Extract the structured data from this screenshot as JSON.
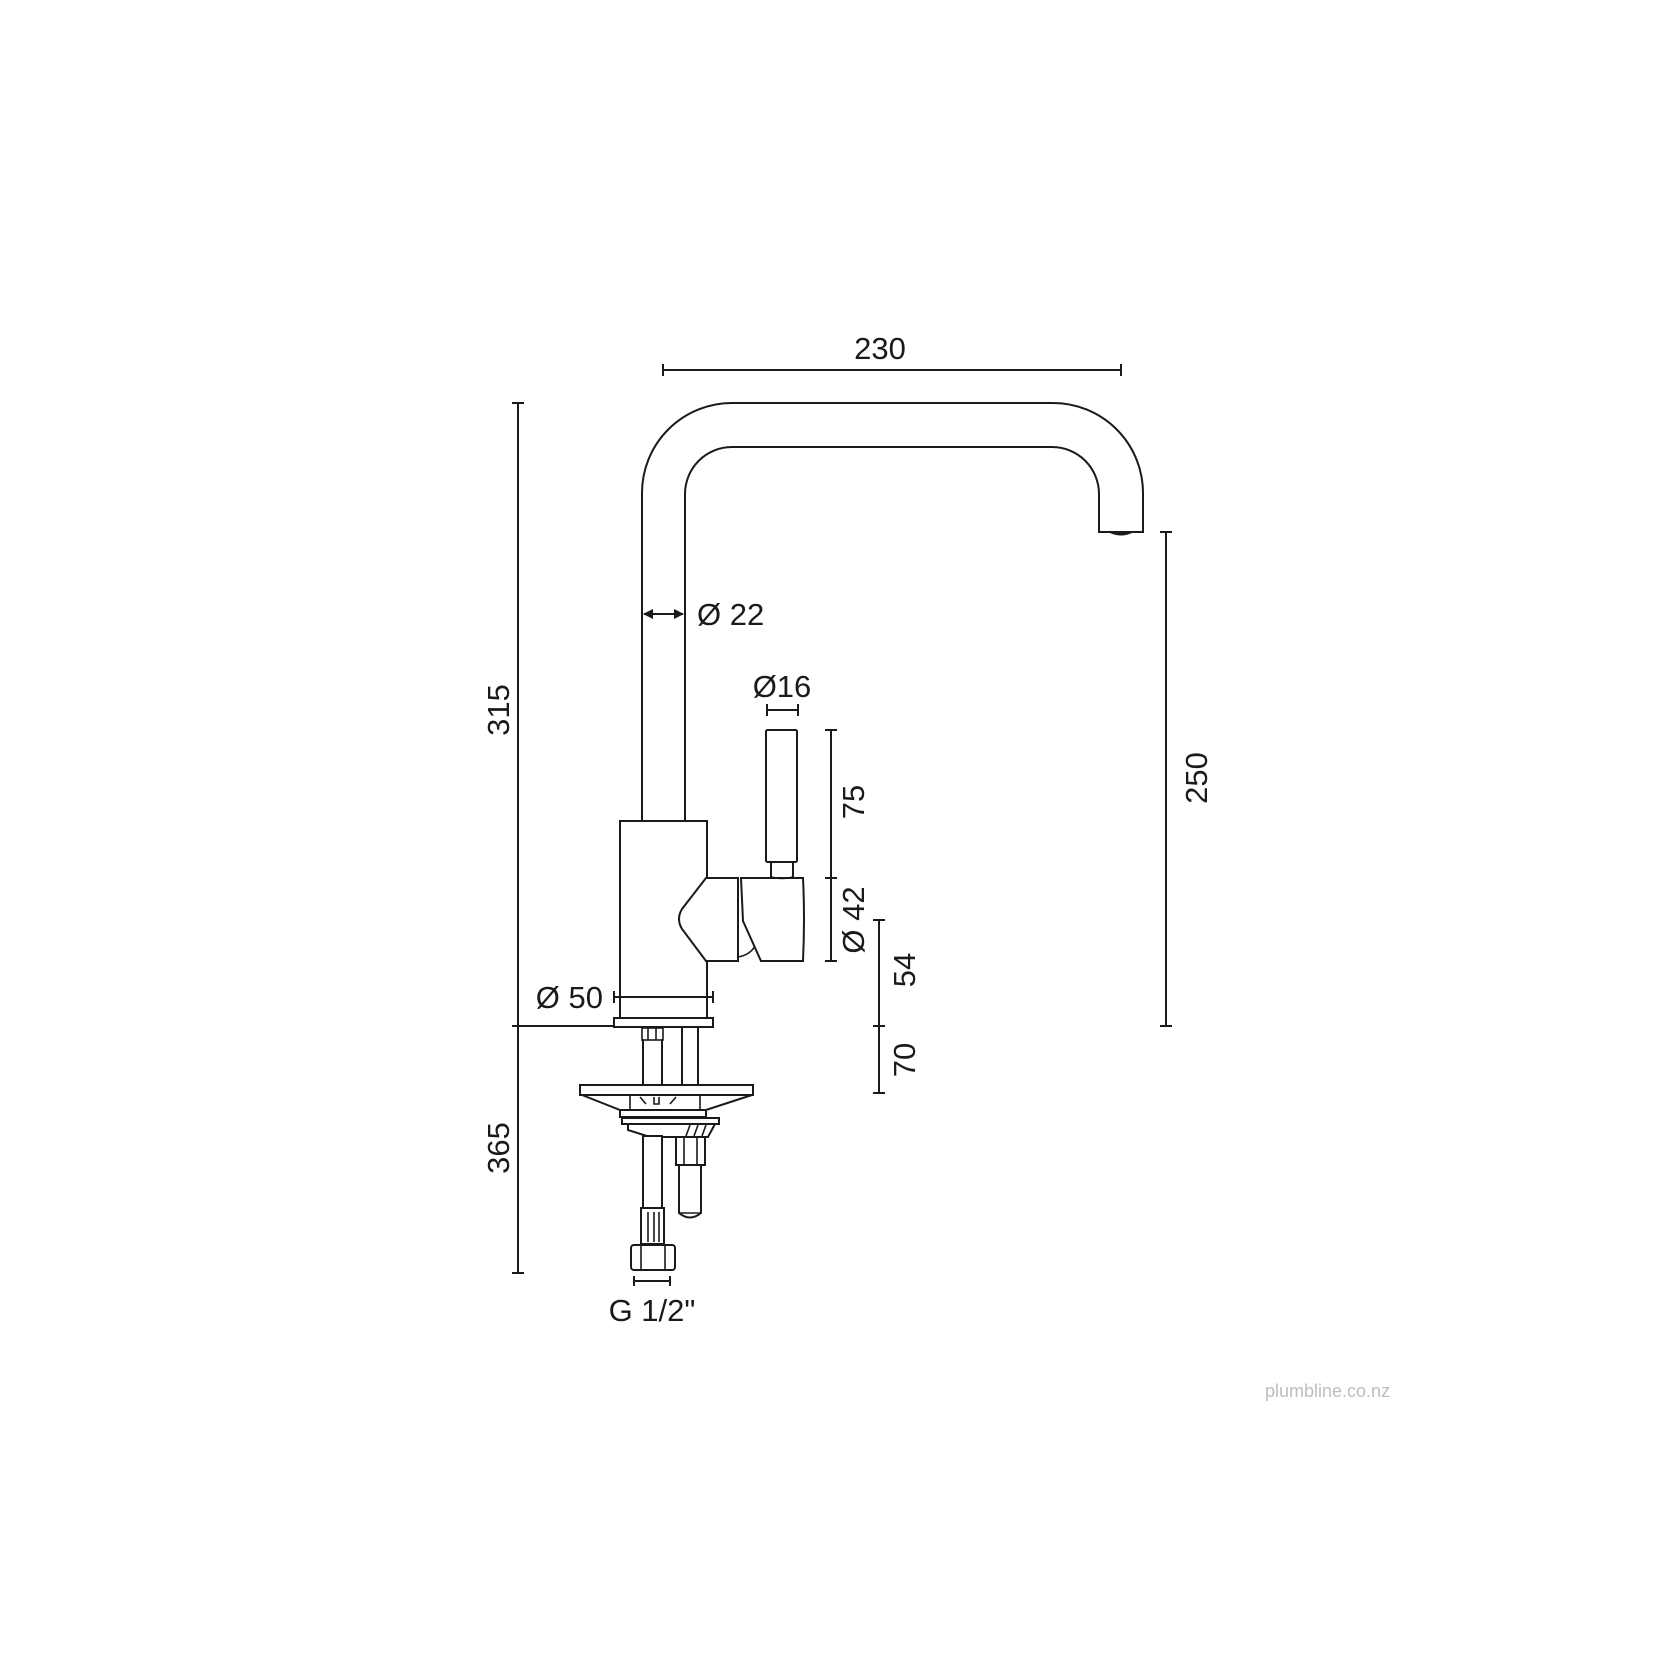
{
  "drawing": {
    "subject": "Kitchen mixer tap dimension drawing",
    "units": "mm",
    "line_color": "#1a1a1a",
    "background": "#ffffff"
  },
  "dimensions": {
    "spout_reach": "230",
    "total_height_above_deck": "315",
    "below_deck_length": "365",
    "spout_outlet_height": "250",
    "spout_tube_diameter": "Ø 22",
    "handle_lever_diameter": "Ø16",
    "handle_lever_length": "75",
    "handle_hub_diameter": "Ø 42",
    "handle_hub_offset": "54",
    "handle_height_from_deck": "70",
    "body_diameter": "Ø 50",
    "connection_thread": "G 1/2\""
  },
  "watermark": {
    "text": "plumbline.co.nz",
    "color": "#bdbdbd"
  }
}
